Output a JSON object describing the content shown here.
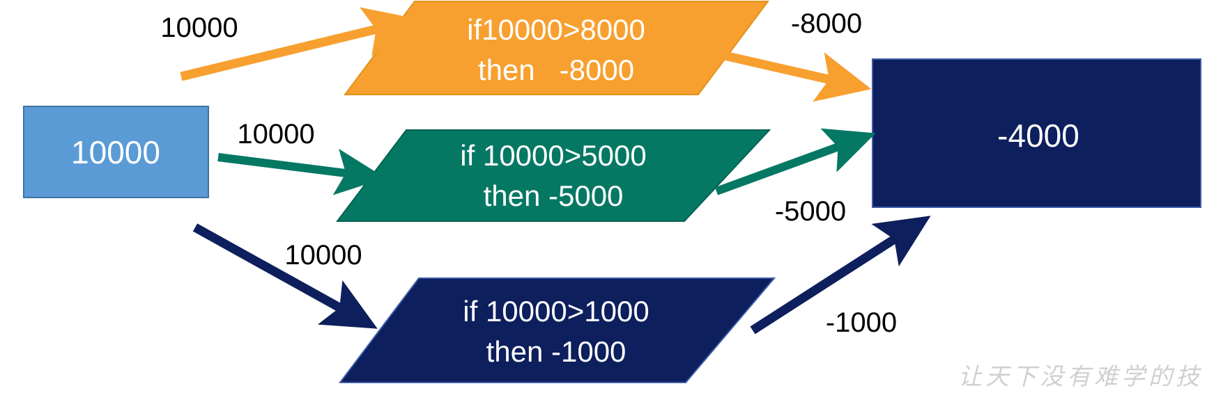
{
  "input_box": {
    "label": "10000",
    "color": "#5b9bd5"
  },
  "output_box": {
    "label": "-4000",
    "color": "#0d1f5c"
  },
  "branches": [
    {
      "id": "top",
      "color": "#f7a030",
      "in_label": "10000",
      "out_label": "-8000",
      "line1": "if10000>8000",
      "line2": "then   -8000"
    },
    {
      "id": "middle",
      "color": "#057864",
      "in_label": "10000",
      "out_label": "-5000",
      "line1": "if 10000>5000",
      "line2": "then -5000"
    },
    {
      "id": "bottom",
      "color": "#0d1f5c",
      "in_label": "10000",
      "out_label": "-1000",
      "line1": "if 10000>1000",
      "line2": "then -1000"
    }
  ],
  "watermark": "让天下没有难学的技"
}
